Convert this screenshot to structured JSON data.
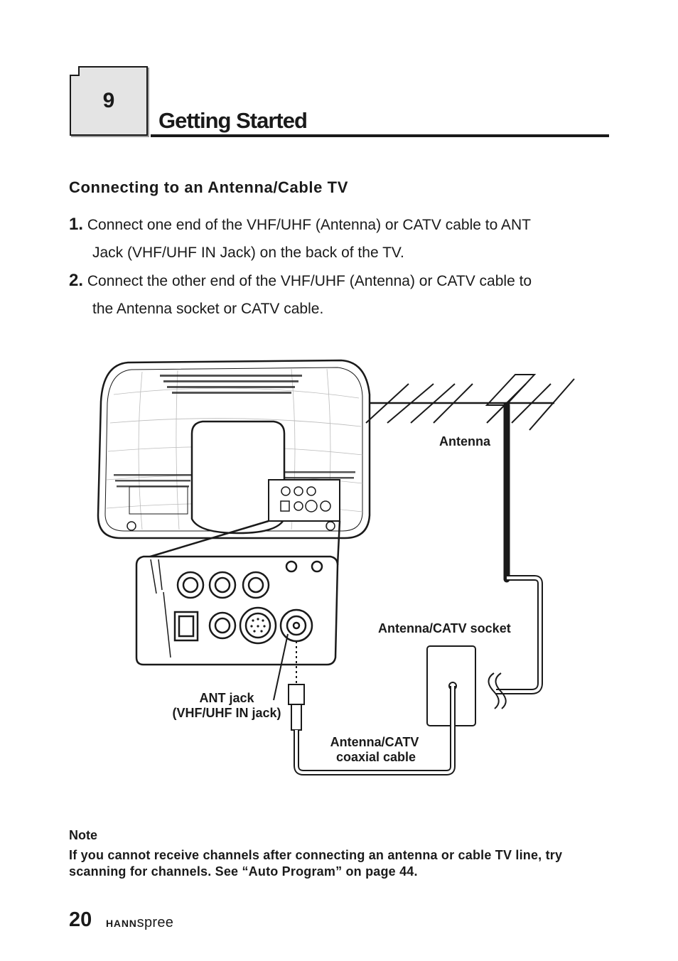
{
  "header": {
    "chapter_number": "9",
    "title": "Getting Started"
  },
  "section": {
    "heading": "Connecting to an Antenna/Cable TV"
  },
  "steps": [
    {
      "number": "1.",
      "line1": "Connect one end of the VHF/UHF (Antenna) or CATV cable to ANT",
      "line2": "Jack (VHF/UHF IN Jack) on the back of the TV."
    },
    {
      "number": "2.",
      "line1": "Connect the other end of the VHF/UHF (Antenna) or CATV cable to",
      "line2": "the Antenna socket or CATV cable."
    }
  ],
  "diagram": {
    "labels": {
      "antenna": "Antenna",
      "socket": "Antenna/CATV socket",
      "ant_jack_line1": "ANT jack",
      "ant_jack_line2": "(VHF/UHF IN jack)",
      "cable_line1": "Antenna/CATV",
      "cable_line2": "coaxial cable"
    }
  },
  "note": {
    "label": "Note",
    "text": "If you cannot receive channels after connecting an antenna or cable TV line, try scanning for channels. See “Auto Program” on page 44."
  },
  "footer": {
    "page_number": "20",
    "brand_bold": "HANN",
    "brand_light": "spree"
  }
}
